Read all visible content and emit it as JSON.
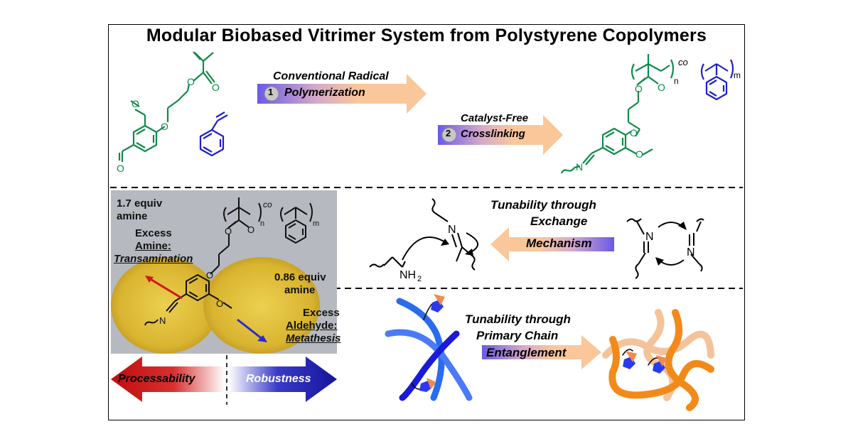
{
  "title": "Modular Biobased Vitrimer System from Polystyrene Copolymers",
  "top": {
    "step1_line1": "Conventional Radical",
    "step1_num": "1",
    "step1_line2": "Polymerization",
    "step2_line1": "Catalyst-Free",
    "step2_num": "2",
    "step2_line2": "Crosslinking",
    "co": "co",
    "n": "n",
    "m": "m",
    "imine_n": "N",
    "ester_o1": "O",
    "ester_o2": "O",
    "ether_o": "O",
    "methoxy_o": "O",
    "aldehyde_o": "O",
    "product_ether_o": "O",
    "product_methoxy_o": "O",
    "product_ester_o1": "O",
    "product_ester_o2": "O"
  },
  "photo": {
    "equiv_high": "1.7 equiv",
    "amine_high": "amine",
    "excess_amine": "Excess",
    "amine_word": "Amine:",
    "transamination": "Transamination",
    "equiv_low": "0.86 equiv",
    "amine_low": "amine",
    "excess_aldehyde": "Excess",
    "aldehyde_word": "Aldehyde:",
    "metathesis": "Metathesis",
    "co": "co",
    "n": "n",
    "m": "m",
    "imine_n": "N",
    "o1": "O",
    "o2": "O",
    "o3": "O",
    "o4": "O"
  },
  "arrows": {
    "processability": "Processability",
    "robustness": "Robustness"
  },
  "middle": {
    "line1": "Tunability through",
    "line2": "Exchange",
    "line3": "Mechanism",
    "n_a": "N",
    "n_b": "N",
    "n_c": "N",
    "amine": "NH",
    "amine_sub": "2"
  },
  "bottom": {
    "line1": "Tunability through",
    "line2": "Primary Chain",
    "line3": "Entanglement"
  },
  "colors": {
    "green": "#118a4a",
    "blue": "#1f1fd0",
    "orange_arrow": "#f9c79a",
    "purple_grad": "#7a6ae8",
    "red_arrow": "#c81010",
    "navy_arrow": "#1a1aa0",
    "photo_bg": "#b9bcc2",
    "dish": "#e3c23c"
  }
}
